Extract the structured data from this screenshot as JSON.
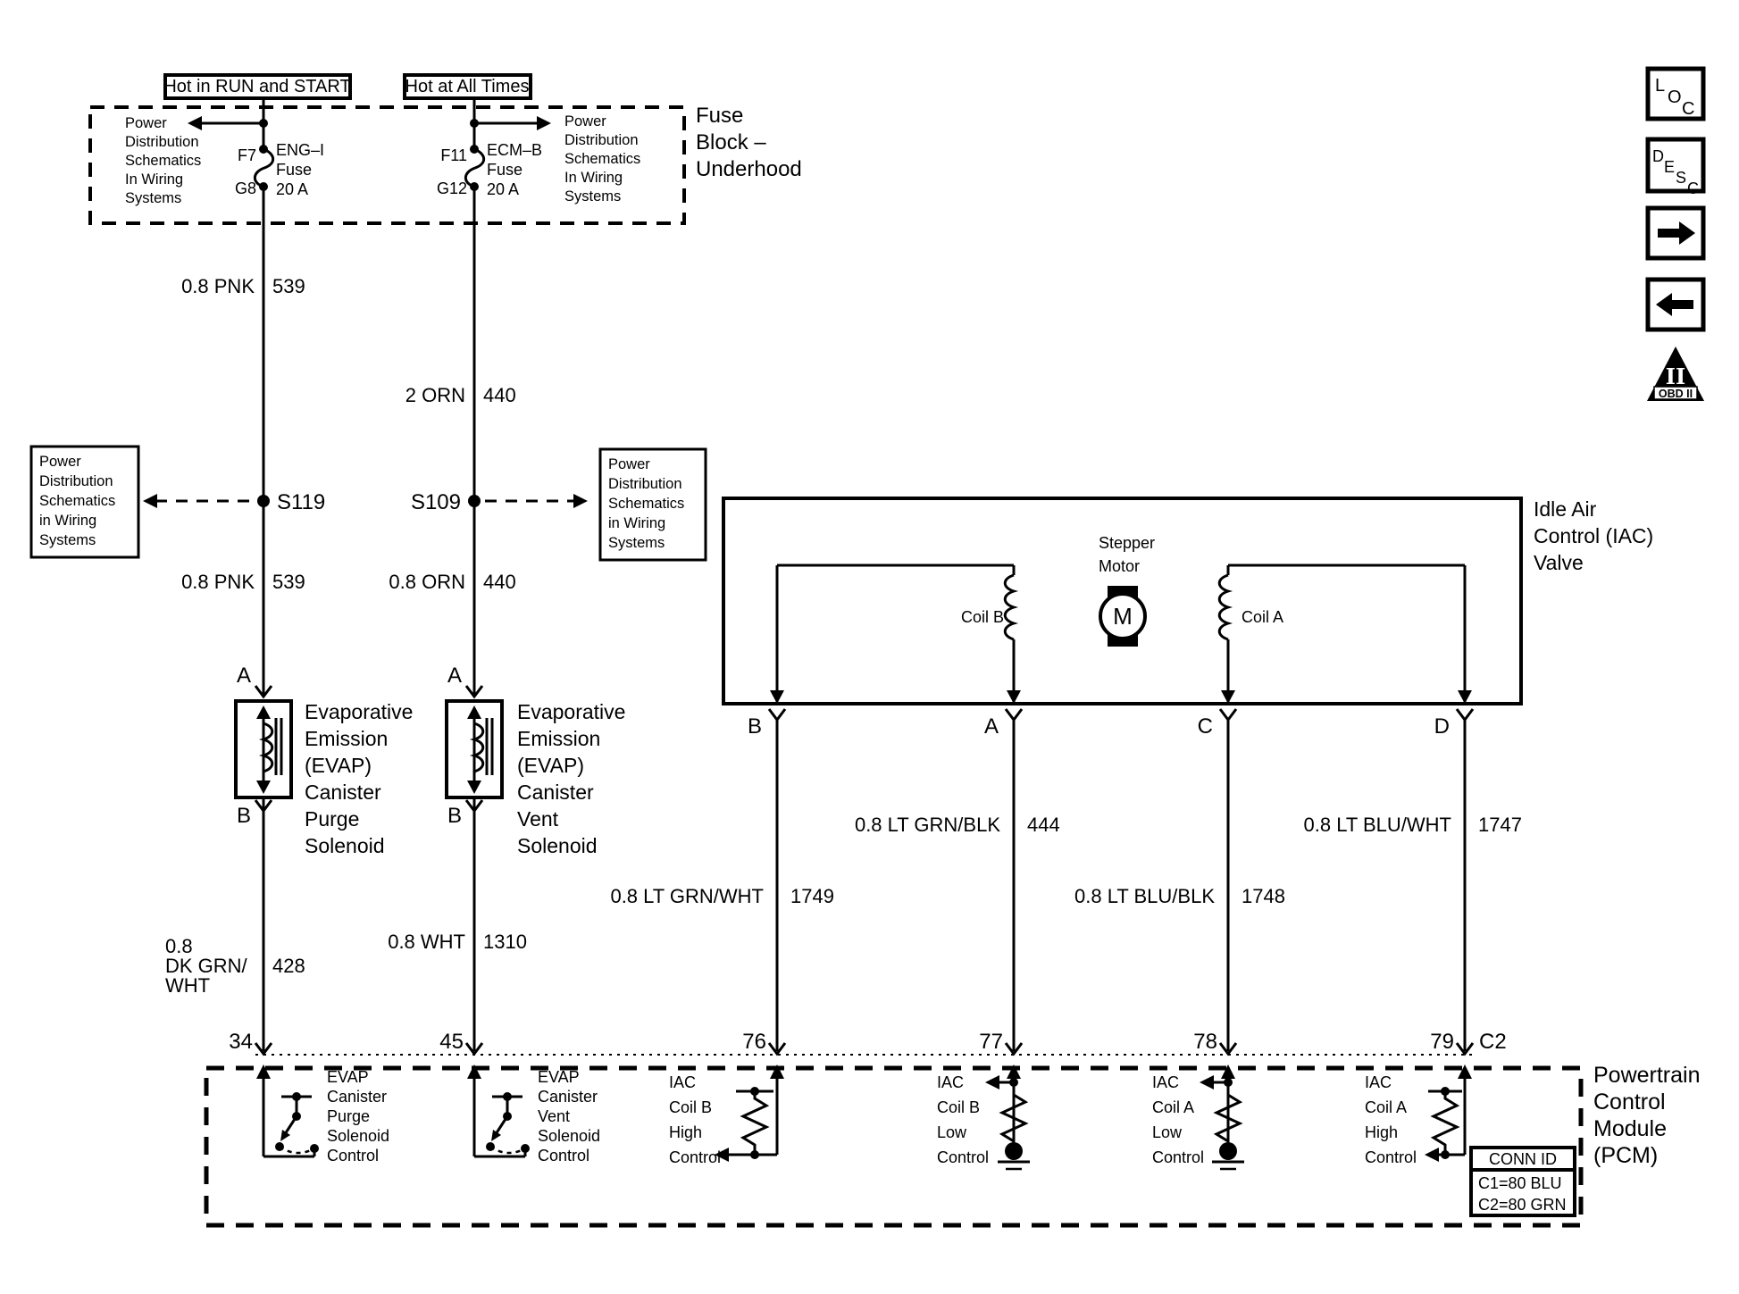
{
  "banners": {
    "run_start": "Hot in RUN and START",
    "all_times": "Hot at All Times"
  },
  "fuse_block": {
    "title": [
      "Fuse",
      "Block –",
      "Underhood"
    ],
    "left_note": [
      "Power",
      "Distribution",
      "Schematics",
      "In Wiring",
      "Systems"
    ],
    "right_note": [
      "Power",
      "Distribution",
      "Schematics",
      "In Wiring",
      "Systems"
    ],
    "fuse1": {
      "pin_top": "F7",
      "pin_bottom": "G8",
      "label": [
        "ENG–I",
        "Fuse",
        "20 A"
      ]
    },
    "fuse2": {
      "pin_top": "F11",
      "pin_bottom": "G12",
      "label": [
        "ECM–B",
        "Fuse",
        "20 A"
      ]
    }
  },
  "splices": {
    "s119": "S119",
    "s109": "S109"
  },
  "power_dist_left": [
    "Power",
    "Distribution",
    "Schematics",
    "in Wiring",
    "Systems"
  ],
  "power_dist_mid": [
    "Power",
    "Distribution",
    "Schematics",
    "in Wiring",
    "Systems"
  ],
  "wires": {
    "pnk_top": {
      "label": "0.8 PNK",
      "circuit": "539"
    },
    "orn_top": {
      "label": "2 ORN",
      "circuit": "440"
    },
    "pnk_mid": {
      "label": "0.8 PNK",
      "circuit": "539"
    },
    "orn_mid": {
      "label": "0.8 ORN",
      "circuit": "440"
    },
    "dkgrn": {
      "label": [
        "0.8",
        "DK GRN/",
        "WHT"
      ],
      "circuit": "428"
    },
    "wht": {
      "label": "0.8 WHT",
      "circuit": "1310"
    },
    "ltgrnwht": {
      "label": "0.8 LT GRN/WHT",
      "circuit": "1749"
    },
    "ltgrnblk": {
      "label": "0.8 LT GRN/BLK",
      "circuit": "444"
    },
    "ltblublk": {
      "label": "0.8 LT BLU/BLK",
      "circuit": "1748"
    },
    "ltbluwht": {
      "label": "0.8 LT BLU/WHT",
      "circuit": "1747"
    }
  },
  "evap_purge": {
    "pin_a": "A",
    "pin_b": "B",
    "label": [
      "Evaporative",
      "Emission",
      "(EVAP)",
      "Canister",
      "Purge",
      "Solenoid"
    ]
  },
  "evap_vent": {
    "pin_a": "A",
    "pin_b": "B",
    "label": [
      "Evaporative",
      "Emission",
      "(EVAP)",
      "Canister",
      "Vent",
      "Solenoid"
    ]
  },
  "iac": {
    "title": [
      "Idle Air",
      "Control (IAC)",
      "Valve"
    ],
    "stepper": [
      "Stepper",
      "Motor"
    ],
    "motor_letter": "M",
    "coil_b": "Coil B",
    "coil_a": "Coil A",
    "pins": {
      "b": "B",
      "a": "A",
      "c": "C",
      "d": "D"
    }
  },
  "pcm": {
    "title": [
      "Powertrain",
      "Control",
      "Module",
      "(PCM)"
    ],
    "connector": "C2",
    "pins": {
      "p34": "34",
      "p45": "45",
      "p76": "76",
      "p77": "77",
      "p78": "78",
      "p79": "79"
    },
    "fn34": [
      "EVAP",
      "Canister",
      "Purge",
      "Solenoid",
      "Control"
    ],
    "fn45": [
      "EVAP",
      "Canister",
      "Vent",
      "Solenoid",
      "Control"
    ],
    "fn76": [
      "IAC",
      "Coil B",
      "High",
      "Control"
    ],
    "fn77": [
      "IAC",
      "Coil B",
      "Low",
      "Control"
    ],
    "fn78": [
      "IAC",
      "Coil A",
      "Low",
      "Control"
    ],
    "fn79": [
      "IAC",
      "Coil A",
      "High",
      "Control"
    ],
    "conn_id": {
      "header": "CONN ID",
      "rows": [
        "C1=80 BLU",
        "C2=80 GRN"
      ]
    }
  },
  "sidebar": {
    "loc": [
      "L",
      "O",
      "C"
    ],
    "desc": [
      "D",
      "E",
      "S",
      "C"
    ],
    "obd": {
      "numeral": "II",
      "label": "OBD II"
    }
  }
}
